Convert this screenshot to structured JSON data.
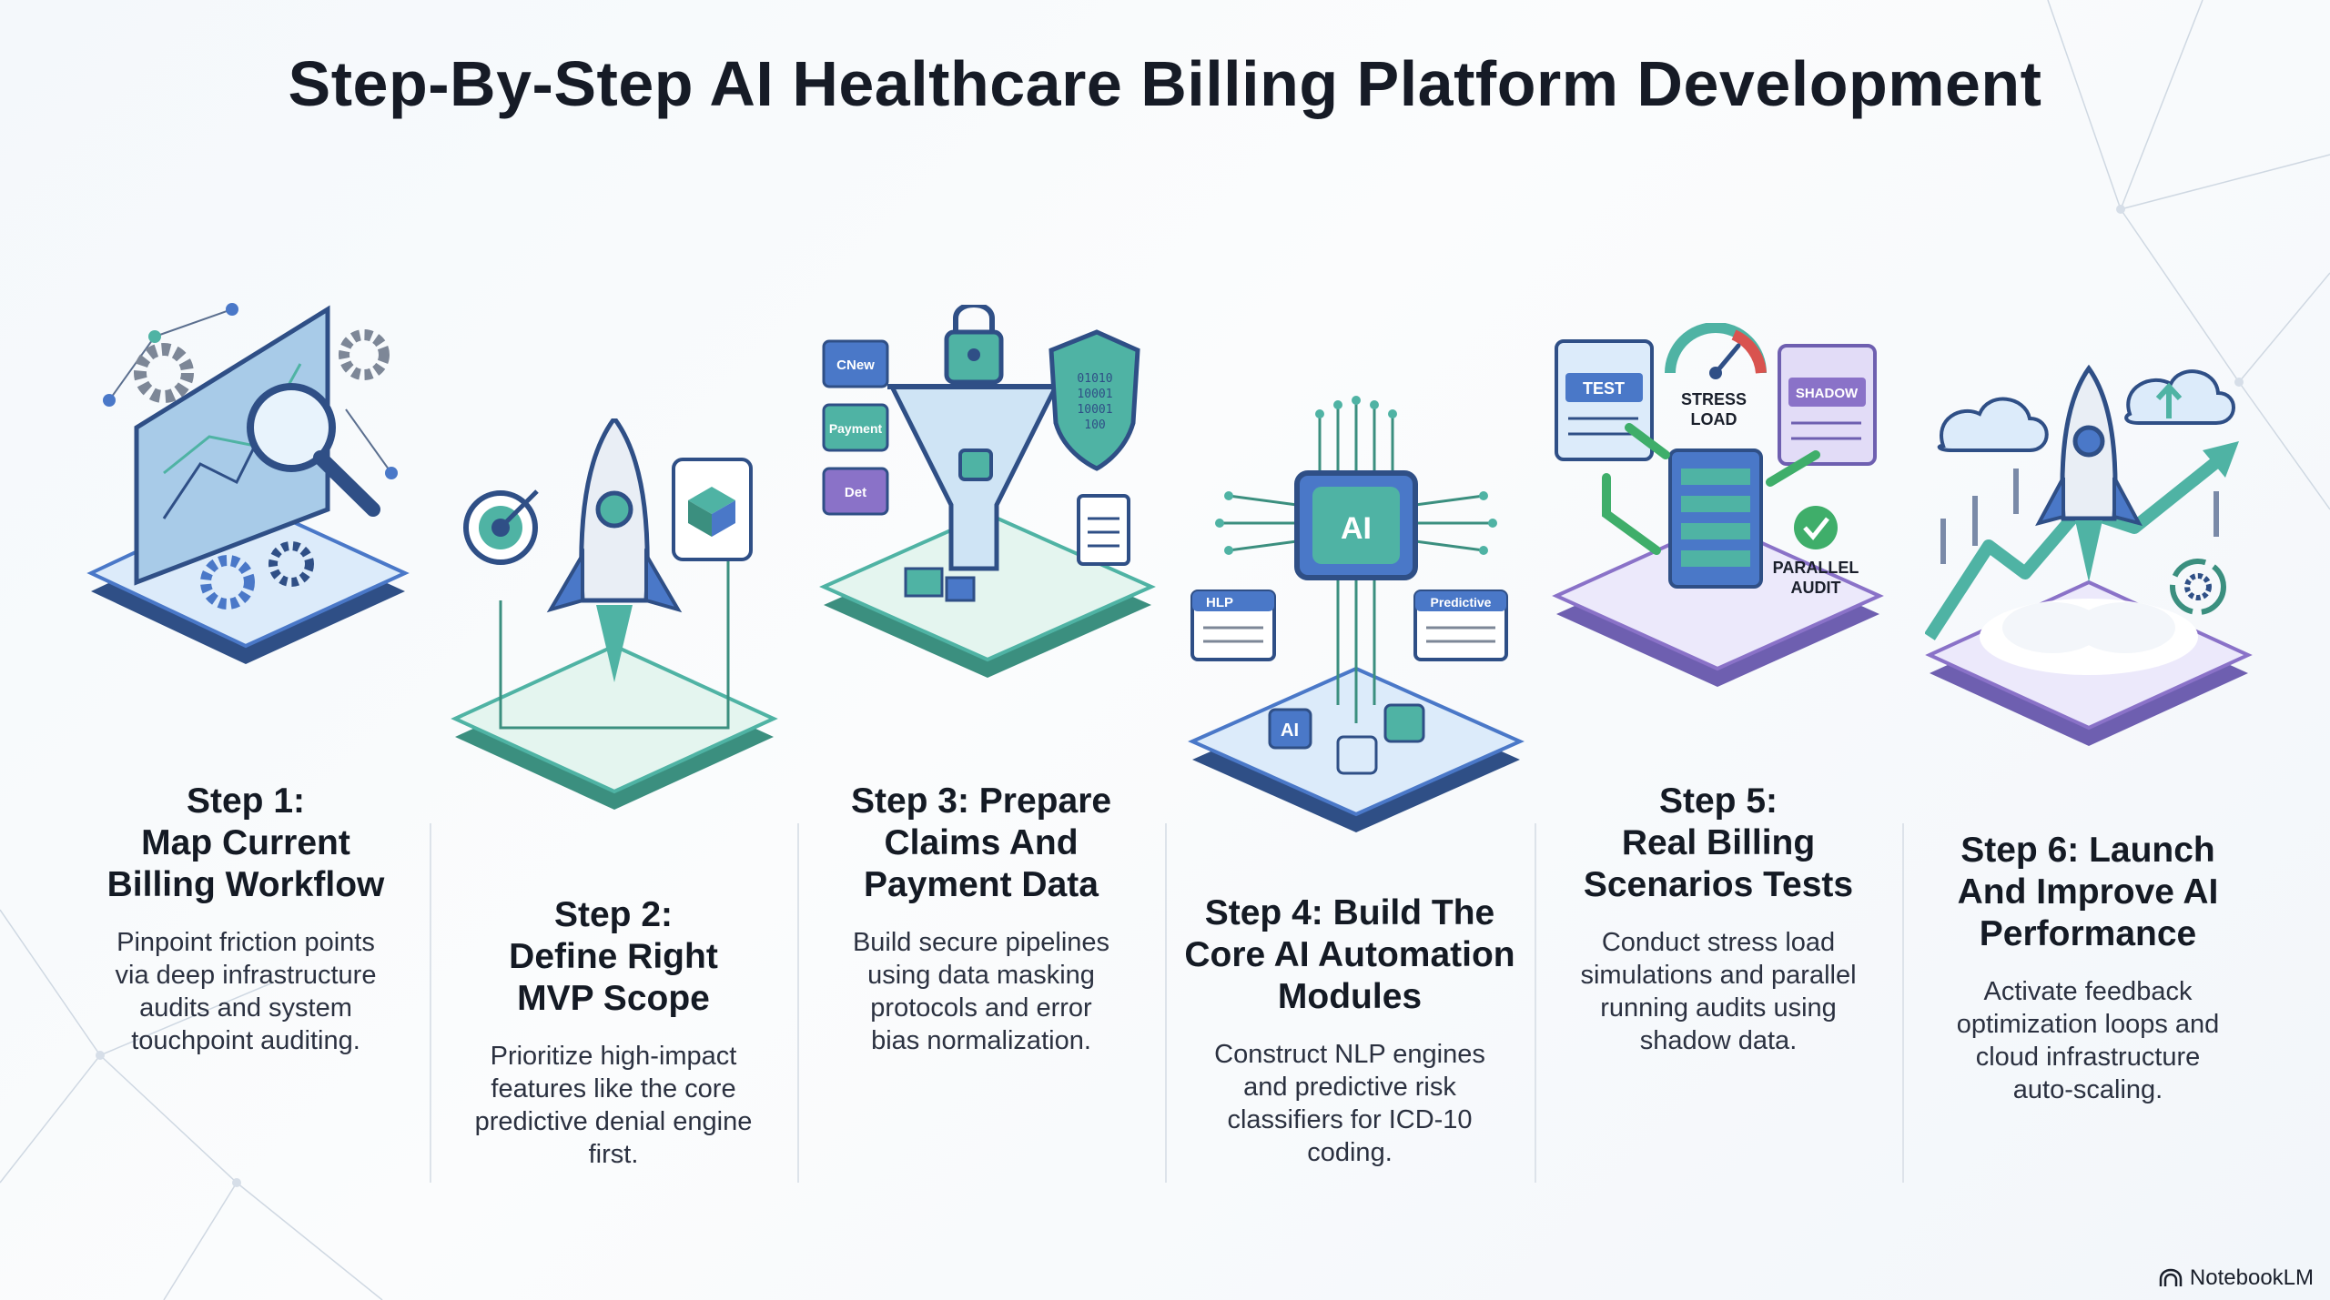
{
  "title": "Step-By-Step AI Healthcare Billing Platform Development",
  "steps": [
    {
      "title_lines": [
        "Step 1:",
        "Map Current",
        "Billing Workflow"
      ],
      "desc_lines": [
        "Pinpoint friction points",
        "via deep infrastructure",
        "audits and system",
        "touchpoint auditing."
      ]
    },
    {
      "title_lines": [
        "Step 2:",
        "Define Right",
        "MVP Scope"
      ],
      "desc_lines": [
        "Prioritize high-impact",
        "features like the core",
        "predictive denial engine",
        "first."
      ]
    },
    {
      "title_lines": [
        "Step 3: Prepare",
        "Claims And",
        "Payment Data"
      ],
      "desc_lines": [
        "Build secure pipelines",
        "using data masking",
        "protocols and error",
        "bias normalization."
      ]
    },
    {
      "title_lines": [
        "Step 4: Build The",
        "Core AI Automation",
        "Modules"
      ],
      "desc_lines": [
        "Construct NLP engines",
        "and predictive risk",
        "classifiers for ICD-10",
        "coding."
      ]
    },
    {
      "title_lines": [
        "Step 5:",
        "Real Billing",
        "Scenarios Tests"
      ],
      "desc_lines": [
        "Conduct stress load",
        "simulations and parallel",
        "running audits using",
        "shadow data."
      ]
    },
    {
      "title_lines": [
        "Step 6: Launch",
        "And Improve AI",
        "Performance"
      ],
      "desc_lines": [
        "Activate feedback",
        "optimization loops and",
        "cloud infrastructure",
        "auto-scaling."
      ]
    }
  ],
  "illustration_labels": {
    "step3_cards": [
      "CNew",
      "Payment",
      "Det"
    ],
    "step3_binary": [
      "01010",
      "10001",
      "10001",
      "100"
    ],
    "step4_chip": "AI",
    "step4_left_card": "HLP",
    "step4_right_card": "Predictive",
    "step4_bottom_icon": "AI",
    "step5_test_card": "TEST",
    "step5_shadow_card": "SHADOW",
    "step5_gauge_label_1": "STRESS",
    "step5_gauge_label_2": "LOAD",
    "step5_audit_label_1": "PARALLEL",
    "step5_audit_label_2": "AUDIT"
  },
  "brand": "NotebookLM",
  "colors": {
    "teal": "#4fb3a4",
    "blue": "#4a78c8",
    "navy": "#2f4f86",
    "purple": "#8a72c8",
    "green": "#3fae6a",
    "lightBlue": "#dcebfa"
  }
}
